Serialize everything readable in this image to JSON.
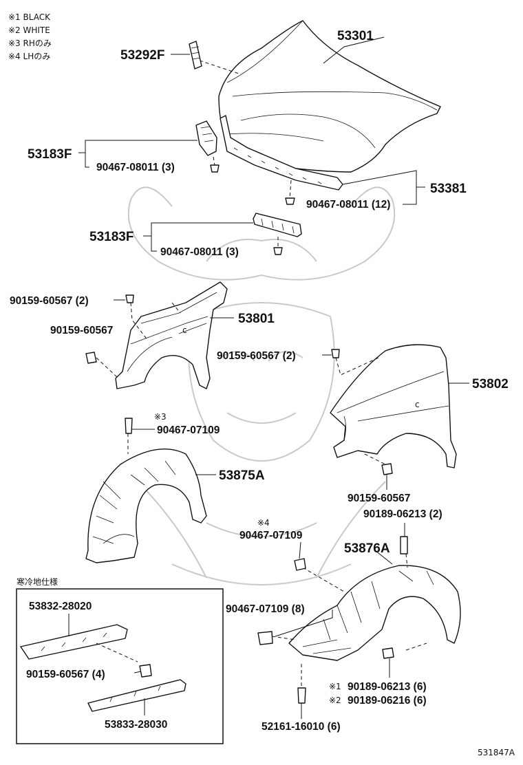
{
  "notes": [
    "※1 BLACK",
    "※2 WHITE",
    "※3 RHのみ",
    "※4 LHのみ"
  ],
  "parts": {
    "hood": "53301",
    "hood_cushion": "53292F",
    "support_seal_upper": "53183F",
    "clip_a": "90467-08011 (3)",
    "hood_seal": "53381",
    "clip_b": "90467-08011 (12)",
    "support_seal_lower": "53183F",
    "clip_c": "90467-08011 (3)",
    "bolt_a": "90159-60567 (2)",
    "bolt_b": "90159-60567",
    "fender_lh": "53801",
    "bolt_c": "90159-60567 (2)",
    "fender_rh": "53802",
    "clip_d_mark": "※3",
    "clip_d": "90467-07109",
    "liner_rh": "53875A",
    "bolt_d": "90159-60567",
    "screw_a": "90189-06213 (2)",
    "clip_e_mark": "※4",
    "clip_e": "90467-07109",
    "liner_lh": "53876A",
    "clip_f": "90467-07109 (8)",
    "screw_b_mark": "※1",
    "screw_b": "90189-06213 (6)",
    "screw_c_mark": "※2",
    "screw_c": "90189-06216 (6)",
    "clip_g": "52161-16010 (6)"
  },
  "cold_area": {
    "title": "寒冷地仕様",
    "part_a": "53832-28020",
    "bolt": "90159-60567 (4)",
    "part_b": "53833-28030"
  },
  "figure_code": "531847A"
}
